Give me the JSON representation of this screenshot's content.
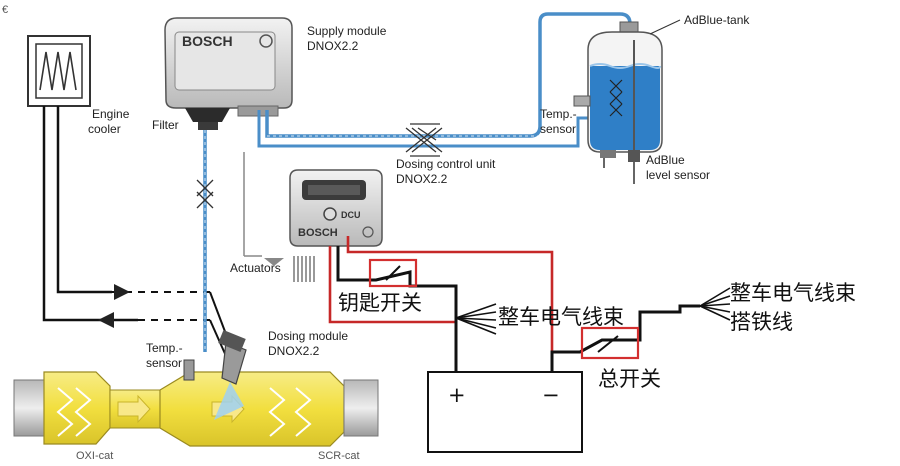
{
  "components": {
    "corner_mark": "€",
    "supply_module": {
      "brand": "BOSCH",
      "name": "Supply module",
      "model": "DNOX2.2"
    },
    "filter": "Filter",
    "engine_cooler": [
      "Engine",
      "cooler"
    ],
    "adblue_tank": "AdBlue-tank",
    "temp_sensor_tank": [
      "Temp.-",
      "sensor"
    ],
    "level_sensor": [
      "AdBlue",
      "level sensor"
    ],
    "dosing_control_unit": {
      "brand": "BOSCH",
      "badge": "DCU",
      "name": "Dosing control unit",
      "model": "DNOX2.2"
    },
    "actuators": "Actuators",
    "dosing_module": {
      "name": "Dosing module",
      "model": "DNOX2.2"
    },
    "temp_sensor_exhaust": [
      "Temp.-",
      "sensor"
    ],
    "oxi_cat": "OXI-cat",
    "scr_cat": "SCR-cat"
  },
  "wiring": {
    "key_switch": "钥匙开关",
    "vehicle_harness_center": "整车电气线束",
    "vehicle_harness_right": "整车电气线束",
    "ground_wire": "搭铁线",
    "master_switch": "总开关",
    "battery_plus": "+",
    "battery_minus": "−"
  },
  "colors": {
    "hose": "#4a8ec8",
    "wire_red": "#c62828",
    "wire_black": "#111111",
    "catalyst": "#f2e04a",
    "adblue": "#2f7fc7",
    "switch_box": "#d32f2f"
  }
}
